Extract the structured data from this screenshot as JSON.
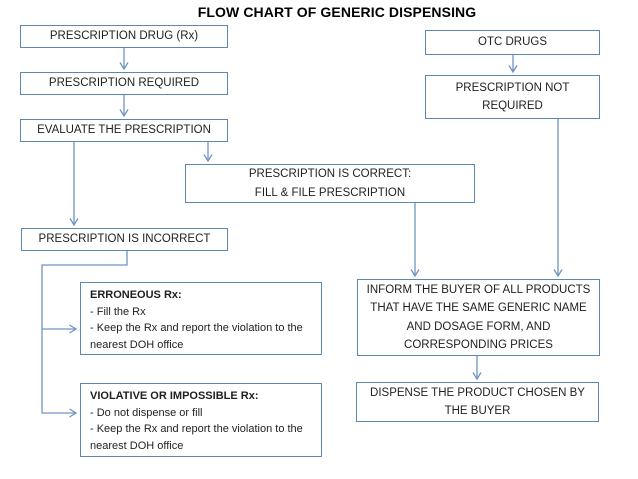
{
  "title": "FLOW CHART OF GENERIC DISPENSING",
  "colors": {
    "accent": "#5d87b3",
    "connector": "#7094c2",
    "text": "#1f1f1f",
    "background": "#ffffff"
  },
  "boxes": {
    "rx": {
      "label": "PRESCRIPTION DRUG (Rx)"
    },
    "required": {
      "label": "PRESCRIPTION REQUIRED"
    },
    "evaluate": {
      "label": "EVALUATE THE PRESCRIPTION"
    },
    "correct": {
      "lines": [
        "PRESCRIPTION IS CORRECT:",
        "FILL & FILE PRESCRIPTION"
      ]
    },
    "incorrect": {
      "label": "PRESCRIPTION IS INCORRECT"
    },
    "erroneous": {
      "heading": "ERRONEOUS Rx:",
      "lines": [
        "- Fill the Rx",
        "- Keep the Rx and report the violation to the nearest DOH office"
      ]
    },
    "violative": {
      "heading": "VIOLATIVE OR IMPOSSIBLE Rx:",
      "lines": [
        "- Do not dispense or fill",
        "- Keep the Rx and report the violation to the nearest DOH office"
      ]
    },
    "otc": {
      "label": "OTC DRUGS"
    },
    "not_required": {
      "lines": [
        "PRESCRIPTION NOT",
        "REQUIRED"
      ]
    },
    "inform": {
      "lines": [
        "INFORM THE BUYER OF ALL PRODUCTS",
        "THAT HAVE THE SAME GENERIC NAME",
        "AND DOSAGE FORM, AND",
        "CORRESPONDING PRICES"
      ]
    },
    "dispense": {
      "lines": [
        "DISPENSE THE PRODUCT CHOSEN BY",
        "THE BUYER"
      ]
    }
  }
}
